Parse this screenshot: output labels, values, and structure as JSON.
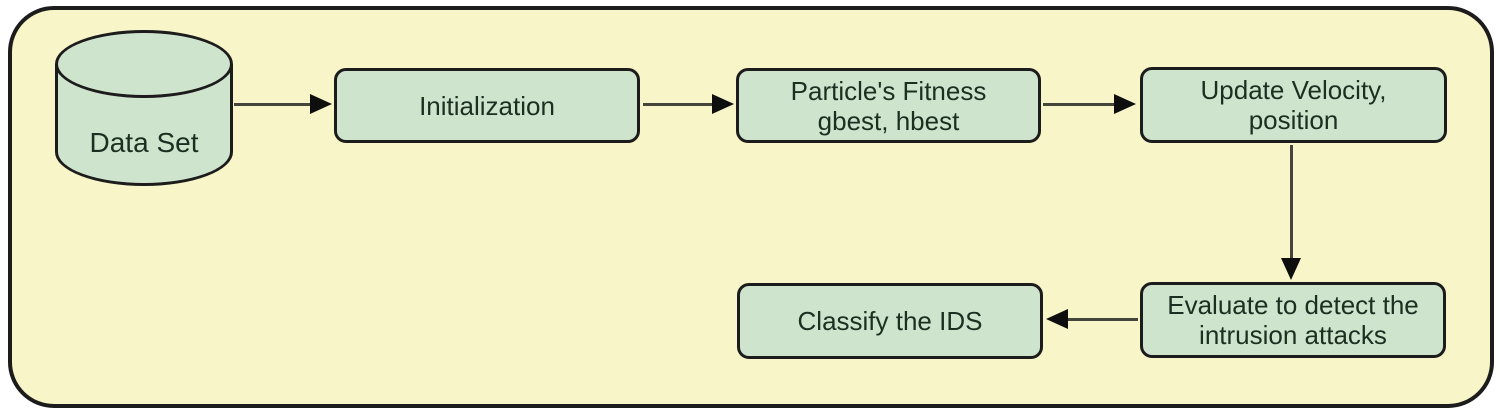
{
  "colors": {
    "canvas_bg": "#ffffff",
    "container_bg": "#f8f5c8",
    "node_fill": "#cfe4cd",
    "node_border": "#1c1c1c",
    "text_color": "#1d2f21",
    "arrow_line": "#45453c",
    "arrow_head": "#0e0e0e"
  },
  "nodes": {
    "data_set": {
      "shape": "cylinder",
      "label": "Data Set"
    },
    "initialization": {
      "shape": "rounded-rect",
      "label": "Initialization"
    },
    "fitness": {
      "shape": "rounded-rect",
      "label": "Particle's Fitness\ngbest, hbest"
    },
    "update": {
      "shape": "rounded-rect",
      "label": "Update Velocity,\nposition"
    },
    "evaluate": {
      "shape": "rounded-rect",
      "label": "Evaluate to detect the\nintrusion attacks"
    },
    "classify": {
      "shape": "rounded-rect",
      "label": "Classify the IDS"
    }
  },
  "edges": [
    {
      "from": "data_set",
      "to": "initialization",
      "direction": "right"
    },
    {
      "from": "initialization",
      "to": "fitness",
      "direction": "right"
    },
    {
      "from": "fitness",
      "to": "update",
      "direction": "right"
    },
    {
      "from": "update",
      "to": "evaluate",
      "direction": "down"
    },
    {
      "from": "evaluate",
      "to": "classify",
      "direction": "left"
    }
  ]
}
